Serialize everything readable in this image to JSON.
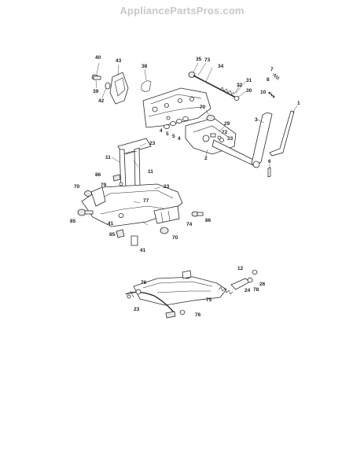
{
  "watermark": "AppliancePartsPros.com",
  "callouts": {
    "c40": "40",
    "c43": "43",
    "c38": "38",
    "c39": "39",
    "c42": "42",
    "c35": "35",
    "c73": "73",
    "c34": "34",
    "c7": "7",
    "c8": "8",
    "c31": "31",
    "c32": "32",
    "c30": "30",
    "c10": "10",
    "c1": "1",
    "c70a": "70",
    "c3": "3",
    "c29": "29",
    "c72": "72",
    "c33": "33",
    "c4a": "4",
    "c5a": "5",
    "c5b": "5",
    "c4b": "4",
    "c2": "2",
    "c6": "6",
    "c23a": "23",
    "c11a": "11",
    "c11b": "11",
    "c86a": "86",
    "c79": "79",
    "c70b": "70",
    "c23b": "23",
    "c77": "77",
    "c85a": "85",
    "c41a": "41",
    "c74": "74",
    "c86b": "86",
    "c85b": "85",
    "c70c": "70",
    "c41b": "41",
    "c12": "12",
    "c76a": "76",
    "c26": "26",
    "c24": "24",
    "c78": "78",
    "c75": "75",
    "c23c": "23",
    "c76b": "76"
  }
}
